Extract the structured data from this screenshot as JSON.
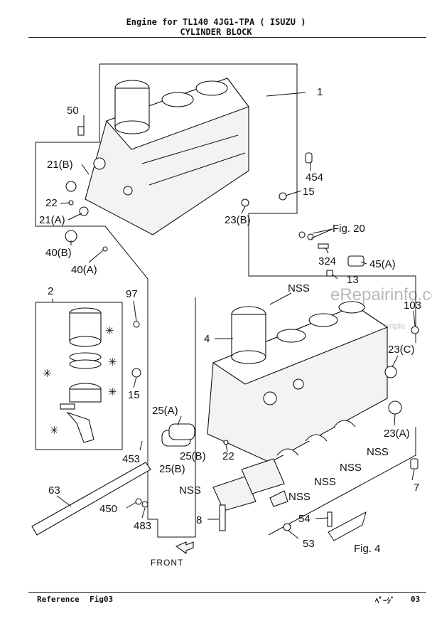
{
  "header": {
    "line1": "Engine for TL140    4JG1-TPA ( ISUZU )",
    "line2": "CYLINDER BLOCK"
  },
  "footer": {
    "reference": "Reference",
    "fig": "Fig03",
    "page_label": "ﾍﾟｰｼﾞ",
    "page_no": "03"
  },
  "watermark": {
    "site": "eRepairinfo.com",
    "note": "...this sample"
  },
  "callouts": {
    "c1": "1",
    "c50": "50",
    "c21b": "21(B)",
    "c22a": "22",
    "c21a": "21(A)",
    "c40b": "40(B)",
    "c40a": "40(A)",
    "c454": "454",
    "c15a": "15",
    "c23b": "23(B)",
    "fig20": "Fig. 20",
    "c324": "324",
    "c45a": "45(A)",
    "c13": "13",
    "c2": "2",
    "c97": "97",
    "c4": "4",
    "nss_top": "NSS",
    "c103": "103",
    "c23c": "23(C)",
    "c15b": "15",
    "c25a": "25(A)",
    "c23a": "23(A)",
    "c453": "453",
    "c25b_1": "25(B)",
    "c25b_2": "25(B)",
    "c22b": "22",
    "nss1": "NSS",
    "nss2": "NSS",
    "nss3": "NSS",
    "nss4": "NSS",
    "nss5": "NSS",
    "c7": "7",
    "c63": "63",
    "c450": "450",
    "c483": "483",
    "c8": "8",
    "c54": "54",
    "c53": "53",
    "fig4": "Fig. 4",
    "front": "FRONT"
  }
}
